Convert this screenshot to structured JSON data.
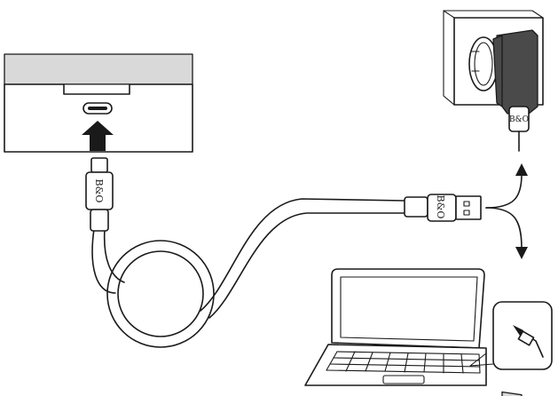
{
  "diagram": {
    "cable": {
      "usb_c_logo": "B&O",
      "usb_a_logo": "B&O"
    },
    "charger": {
      "logo": "B&O"
    },
    "arrows": {
      "insert_direction": "up",
      "branch_targets": [
        "wall-charger",
        "laptop"
      ]
    }
  }
}
